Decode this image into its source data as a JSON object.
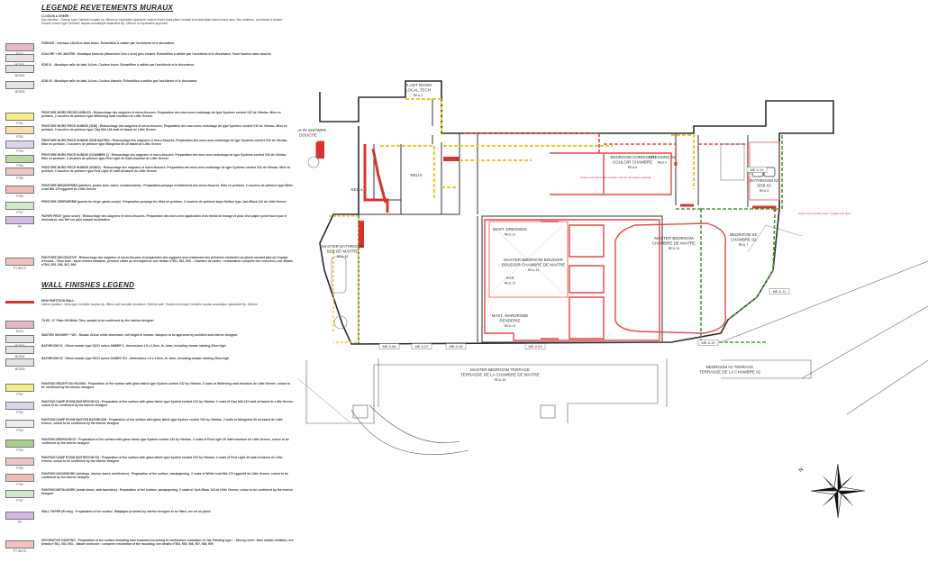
{
  "legend_fr": {
    "title": "LEGENDE REVETEMENTS MURAUX",
    "entries": [
      {
        "code": "",
        "color": "#ffffff",
        "text": "CLOISON A CREER :",
        "extra": "Mur intérieur : Cloison type Cemdelo Isoplan ép. 98mm ou équivalent approuvé, enduit ciment dans pièce humide et enduit plâtre dans locaux secs. Mur extérieur, ouvertures à réduire : Double cloison type Cemdelo Isoplan acoustique séparative ép. 160mm ou équivalent approuvé"
      },
      {
        "code": "RC01",
        "color": "#e7b9c4",
        "text": "FAIENCE : carreaux 15x15cm base blanc. Échantillon à valider par l'architecte et le décorateur"
      },
      {
        "code": "MOS01",
        "color": "#e3e3e3",
        "text": "DOUCHE + WC MAITRE : Mosaïque blanche (dimension 2cm x 2cm) grès cérame. Échantillon à valider par l'architecte et le décorateur. Toute hauteur dans douche."
      },
      {
        "code": "MOS02",
        "color": "#e3e3e3",
        "text": "SDB 01 : Mosaïque salle de bain 1x1cm. Couleur ivoire. Échantillon à valider par l'architecte et le décorateur"
      },
      {
        "code": "MOS03",
        "color": "#e3e3e3",
        "text": "SDB 02 : Mosaïque salle de bain 1x1cm. Couleur blanche. Échantillon à valider par l'architecte et le décorateur"
      },
      {
        "code": "PT01",
        "color": "#f3ef86",
        "text": "PEINTURE MURS PIECES NOBLES : Rebouchage des saignées et micro-fissures. Préparation des murs avec enduisage de type Système confort V32 de Vitrolac. Mise en peinture, 2 couches de peinture type Whitening matt emulsion de Little Greene"
      },
      {
        "code": "PT02",
        "color": "#f6dfae",
        "text": "PEINTURE MURS PIECE HUMIDE (SDB) : Rebouchage des saignées et micro-fissures. Préparation des murs avec enduisage de type Système confort V32 de Vitrolac. Mise en peinture, 2 couches de peinture type Clay Mid 133 matt oil based de Little Greene"
      },
      {
        "code": "PT03",
        "color": "#ddd6ea",
        "text": "PEINTURE MURS PIECE HUMIDE (SDB MAITRE) : Rebouchage des saignées et micro-fissures. Préparation des murs avec enduisage de type Système confort V32 de Vitrolac. Mise en peinture, 2 couches de peinture type Mangoline 60 oil based de Little Greene"
      },
      {
        "code": "PT04",
        "color": "#b9d9a0",
        "text": "PEINTURE MURS PIECE HUMIDE (CHAMBRE 2) : Rebouchage des saignées et micro-fissures. Préparation des murs avec enduisage de type Système confort V32 de Vitrolac. Mise en peinture, 2 couches de peinture type First Light 40 matt emulsion de Little Greene"
      },
      {
        "code": "PT05",
        "color": "#f0c7c7",
        "text": "PEINTURE MURS PIECE HUMIDE (SDB02) : Rebouchage des saignées et micro-fissures. Préparation des murs avec enduisage de type Système confort V32 de Vitrolac. Mise en peinture, 2 couches de peinture type First Light 40 matt oil based de Little Greene"
      },
      {
        "code": "PT06",
        "color": "#f4b9b9",
        "text": "PEINTURE MENUISERIES (plinthes, portes bois, cadre, encadrements) : Préparation ponçage et traitement des micro-fissures. Mise en peinture, 2 couches de peinture type White Lead Mid 170 eggshell de Little Greene"
      },
      {
        "code": "PT07",
        "color": "#cfe9cf",
        "text": "PEINTURE SERRURERIE (portes fer forgé, garde-corps) : Préparation ponçage fer. Mise en peinture, 2 couches de peinture laque finition type Jack Black 110 de Little Greene"
      },
      {
        "code": "PP",
        "color": "#d3b9e6",
        "text": "PAPIER PEINT (pose seule) : Rebouchage des saignées et micro-fissures. Préparation des murs avec application d'un enduit de lissage et pose d'un papier peint fourni par le décorateur, voir Ref sur plan suivant localisation"
      },
      {
        "code": "PT DECO",
        "color": "#f0c2c2",
        "text": "PEINTURE DECORATIVE : Rebouchage des saignées et micro-fissures et préparation des supports avec traitement des peintures existantes au plomb suivant plan de l'équipe d'études. - Faux bois : façon marbre imitation, peinture ciblée au lieu adjacent, voir détails n°501, 502, 503. - Chambre de maître : restauration complète des corniches, voir détails n°504, 505, 506, 507, 508"
      }
    ]
  },
  "legend_en": {
    "title": "WALL FINISHES LEGEND",
    "entries": [
      {
        "code": "",
        "color": "#d9332e",
        "text": "NEW PARTITION WALL:",
        "extra": "Interior partition : brick type Cemdelo Isoplan ép. 98mm with acoustic insulation. Exterior wall : Double brick type Cemdelo Isoplan acoustique séparative ép. 160mm"
      },
      {
        "code": "RC01",
        "color": "#e7b9c4",
        "text": "TILES : 5\" Plain Off White Tiles, sample to be confirmed by the interior designer"
      },
      {
        "code": "MOS01",
        "color": "#e3e3e3",
        "text": "MASTER SHOWER + WC : Mosaic 2x2cm white stoneware, full height in shower. Samples to be approved by architect and interior designer."
      },
      {
        "code": "MOS02",
        "color": "#e3e3e3",
        "text": "BATHROOM 01 : Glass mosaic type DICO colors AMBER 3 - dimensions 1.5 x 1.5cm, th. 4mm, including mosaic starting 20cm high"
      },
      {
        "code": "MOS03",
        "color": "#e3e3e3",
        "text": "BATHROOM 02 : Glass mosaic type DICO colors DOMES 701 - dimensions 1.5 x 1.5cm, th. 4mm, including mosaic starting 20cm high"
      },
      {
        "code": "PT01",
        "color": "#f3ef86",
        "text": "PAINTING RECEPTION ROOMS : Preparation of the surface with glass fabric type System confort V32 by Vitrolan. 2 coats of Whitening matt emulsion de Little Greene, colour to be confirmed by the interior designer"
      },
      {
        "code": "PT02",
        "color": "#ddd6ea",
        "text": "PAINTING DAMP ROOM (BATHROOM 02) : Preparation of the surface with glass fabric type System confort V32 by Vitrolan. 2 coats of Clay Mid 133 matt oil based de Little Greene, colour to be confirmed by the interior designer"
      },
      {
        "code": "PT03",
        "color": "#eeeeee",
        "text": "PAINTING DAMP ROOM MASTER BATHROOM : Preparation of the surface with glass fabric type System confort V32 by Vitrolan. 2 coats of Mangoline 60 oil based de Little Greene, colour to be confirmed by the interior designer"
      },
      {
        "code": "PT04",
        "color": "#a8cf8c",
        "text": "PAINTING BEDROOM 02 : Preparation of the surface with glass fabric type System confort V32 by Vitrolan. 2 coats of First Light 40 matt emulsion de Little Greene, colour to be confirmed by the interior designer"
      },
      {
        "code": "PT05",
        "color": "#f0c7c7",
        "text": "PAINTING DAMP ROOM (BATHROOM 02) : Preparation of the surface with glass fabric type System confort V32 by Vitrolan. 2 coats of First Light 40 matt oil based de Little Greene, colour to be confirmed by the interior designer"
      },
      {
        "code": "PT06",
        "color": "#f4b9b9",
        "text": "PAINTING WOODWORK (skirtings, interior doors, architraves) : Preparation of the surface, sandpapering. 2 coats of White Lead Mid 170 eggshell de Little Greene, colour to be confirmed by the interior designer"
      },
      {
        "code": "PT07",
        "color": "#cfe9cf",
        "text": "PAINTING METALWORK (metal doors, stair banisters) : Preparation of the surface, sandpapering. 2 coats of Jack Black 110 de Little Greene, colour to be confirmed by the interior designer"
      },
      {
        "code": "PP",
        "color": "#d3b9e6",
        "text": "WALL PAPER (fit only) : Preparation of the surface. Wallpaper provided by interior designer to be fitted, see ref on plans"
      },
      {
        "code": "PT DECO",
        "color": "#f0c2c2",
        "text": "DECORATIVE PAINTING : Preparation of the surface including lead treatment according to contractors evaluation of risk. Painting type : - Strong room : false marble imitation, see details n°501, 502, 503. - Master bedroom : complete restoration of the moulding, see details n°504, 505, 506, 507, 508, 509"
      }
    ]
  },
  "plan": {
    "rooms": [
      {
        "name": "PLANT ROOM / LOCAL TECH",
        "ref": "REU.2"
      },
      {
        "name": "WALK-IN SHOWER / DOUCHE",
        "ref": ""
      },
      {
        "name": "REU.4",
        "ref": ""
      },
      {
        "name": "REU.5",
        "ref": ""
      },
      {
        "name": "BEDROOM CORRIDOR / COULOIR CHAMBRE",
        "ref": "REU.6"
      },
      {
        "name": "DRESSING 02",
        "ref": "REU.8"
      },
      {
        "name": "BATHROOM 02 / SDB 02",
        "ref": "REU.9"
      },
      {
        "name": "BEDROOM 02 / CHAMBRE 02",
        "ref": "REU.7"
      },
      {
        "name": "MASTER BATHROOM / SDB DE MAITRE",
        "ref": "REU.15"
      },
      {
        "name": "MASTER BEDROOM BOUDOIR / BOUDOIR CHAMBRE DE MAITRE",
        "ref": "REU.14"
      },
      {
        "name": "MAST. DRESSING",
        "ref": "REU.11"
      },
      {
        "name": "SAS",
        "ref": "REU.12"
      },
      {
        "name": "MAST. WARDROBE / PENDERIE",
        "ref": "REU.13"
      },
      {
        "name": "MASTER BEDROOM / CHAMBRE DE MAITRE",
        "ref": "REU.10"
      },
      {
        "name": "MASTER BEDROOM TERRACE / TERRASSE DE LA CHAMBRE DE MAITRE",
        "ref": "REU.16"
      },
      {
        "name": "BEDROOM 01 TERRACE / TERRASSE DE LA CHAMBRE 01",
        "ref": ""
      }
    ],
    "tags": [
      "ME-0.06",
      "ME-0.07",
      "ME-0.08",
      "ME-0.09",
      "ME-0.10",
      "ME-0.11",
      "ME-0.12"
    ],
    "notes": {
      "corridor": "Create new frame with wooden rods for decorative painting",
      "bath": "Créer une nouvelle porte / Create new door"
    },
    "pt_tag": "PT DECO"
  },
  "colors": {
    "wall": "#2b2b2b",
    "new_wall": "#d9332e",
    "yellow": "#e3cc2a",
    "green": "#4e9a3a",
    "deco": "#e04a46"
  }
}
